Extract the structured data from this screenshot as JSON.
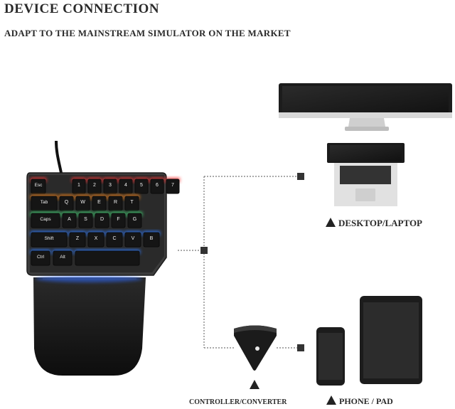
{
  "header": {
    "title": "DEVICE CONNECTION",
    "subtitle": "ADAPT TO THE MAINSTREAM SIMULATOR ON THE MARKET"
  },
  "labels": {
    "desktop_laptop": "DESKTOP/LAPTOP",
    "controller_converter": "CONTROLLER/CONVERTER",
    "phone_pad": "PHONE / PAD"
  },
  "keyboard": {
    "rows": [
      [
        "Esc",
        "1",
        "2",
        "3",
        "4",
        "5",
        "6",
        "7"
      ],
      [
        "Tab",
        "Q",
        "W",
        "E",
        "R",
        "T"
      ],
      [
        "Caps",
        "A",
        "S",
        "D",
        "F",
        "G"
      ],
      [
        "Shift",
        "Z",
        "X",
        "C",
        "V",
        "B"
      ],
      [
        "Ctrl",
        "Alt",
        ""
      ]
    ]
  },
  "colors": {
    "text": "#2a2a2a",
    "connector_line": "#777777",
    "device_body": "#1c1c1c",
    "backlight": [
      "#ff3b3b",
      "#ff8a1e",
      "#44e07a",
      "#2e7bff"
    ]
  }
}
